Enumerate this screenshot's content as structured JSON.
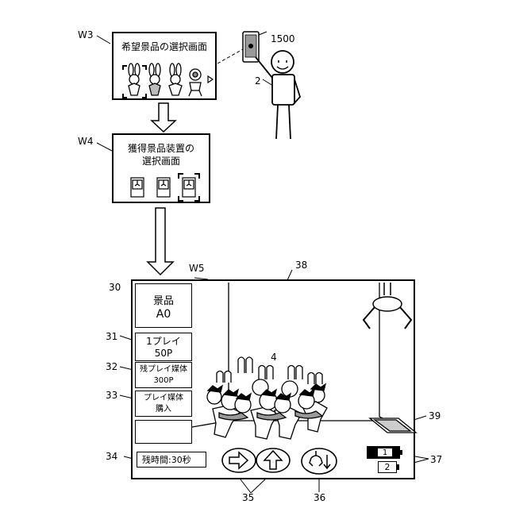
{
  "w3": {
    "ref": "W3",
    "title": "希望景品の選択画面"
  },
  "w4": {
    "ref": "W4",
    "title_line1": "獲得景品装置の",
    "title_line2": "選択画面"
  },
  "w5": {
    "ref": "W5"
  },
  "refs": {
    "r1500": "1500",
    "r2": "2",
    "r4": "4",
    "r30": "30",
    "r31": "31",
    "r32": "32",
    "r33": "33",
    "r34": "34",
    "r35": "35",
    "r36": "36",
    "r37": "37",
    "r38": "38",
    "r39": "39"
  },
  "panel": {
    "prize_label": "景品",
    "prize_value": "A0",
    "play_label": "1プレイ",
    "play_value": "50P",
    "remain_label": "残プレイ媒体",
    "remain_value": "300P",
    "buy_label_line1": "プレイ媒体",
    "buy_label_line2": "購入"
  },
  "time_text": "残時間:30秒",
  "camera": {
    "cam1": "1",
    "cam2": "2"
  },
  "icons": {
    "arrow_right": "right-arrow-button-icon",
    "arrow_up": "up-arrow-button-icon",
    "drop": "crane-drop-button-icon"
  }
}
